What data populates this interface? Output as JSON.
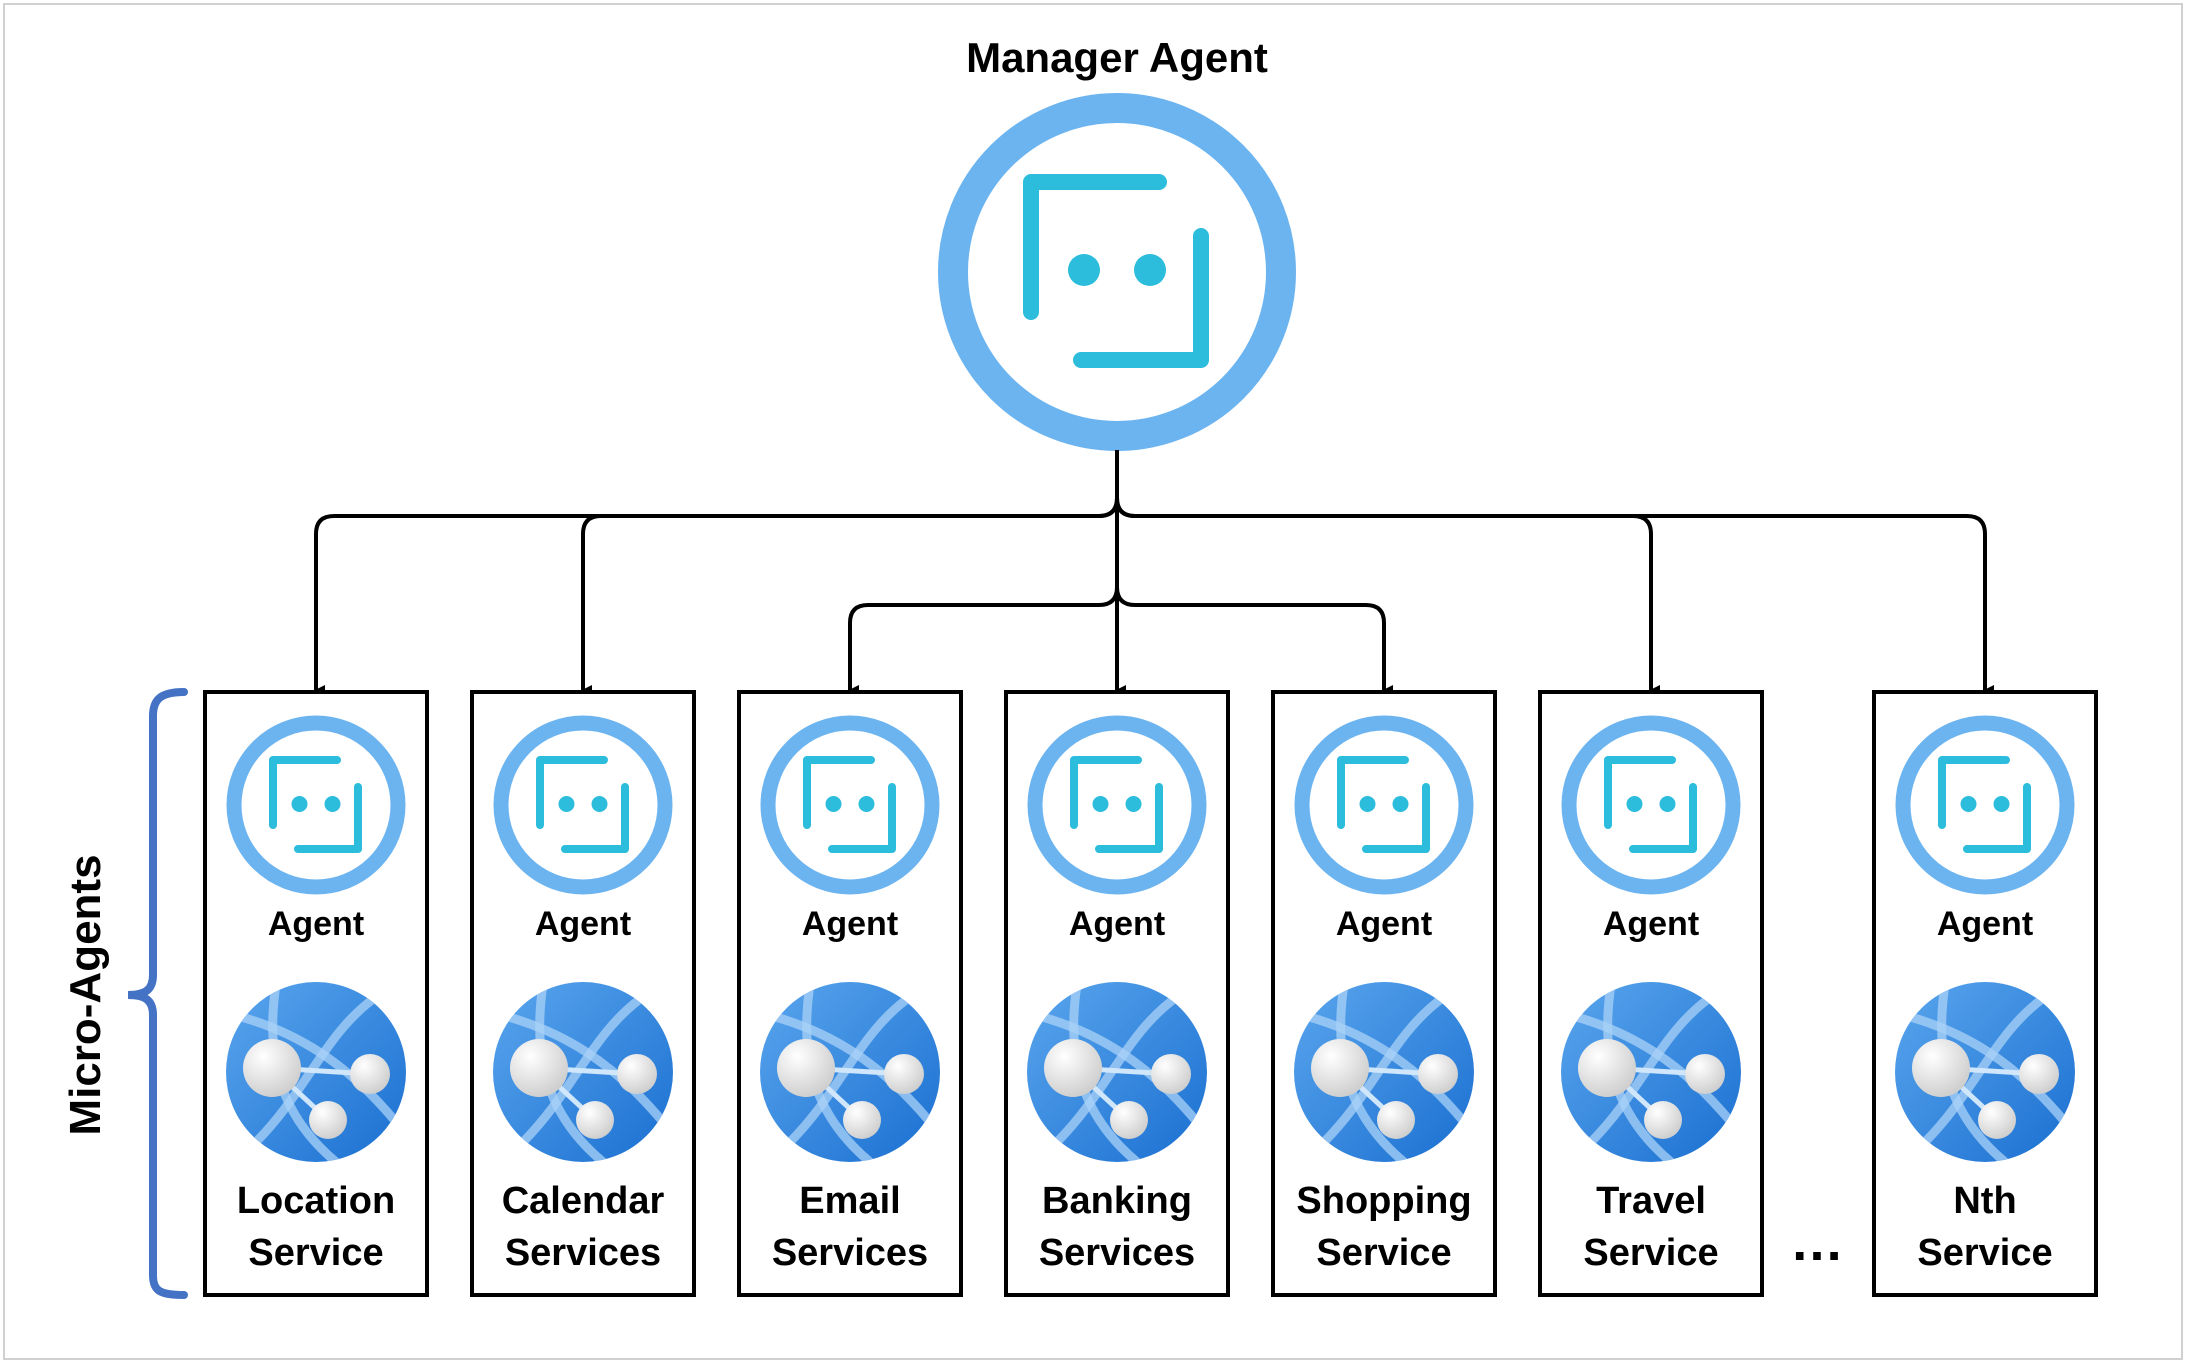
{
  "manager": {
    "label": "Manager Agent",
    "icon": "bot-icon"
  },
  "group_label": "Micro-Agents",
  "ellipsis": "…",
  "colors": {
    "ring": "#6cb4f0",
    "bot": "#2cbcdc",
    "globe": "#2a84e0",
    "brace": "#4472c4",
    "line": "#000000"
  },
  "micro_agents": [
    {
      "agent_label": "Agent",
      "service_line1": "Location",
      "service_line2": "Service"
    },
    {
      "agent_label": "Agent",
      "service_line1": "Calendar",
      "service_line2": "Services"
    },
    {
      "agent_label": "Agent",
      "service_line1": "Email",
      "service_line2": "Services"
    },
    {
      "agent_label": "Agent",
      "service_line1": "Banking",
      "service_line2": "Services"
    },
    {
      "agent_label": "Agent",
      "service_line1": "Shopping",
      "service_line2": "Service"
    },
    {
      "agent_label": "Agent",
      "service_line1": "Travel",
      "service_line2": "Service"
    },
    {
      "agent_label": "Agent",
      "service_line1": "Nth",
      "service_line2": "Service"
    }
  ]
}
